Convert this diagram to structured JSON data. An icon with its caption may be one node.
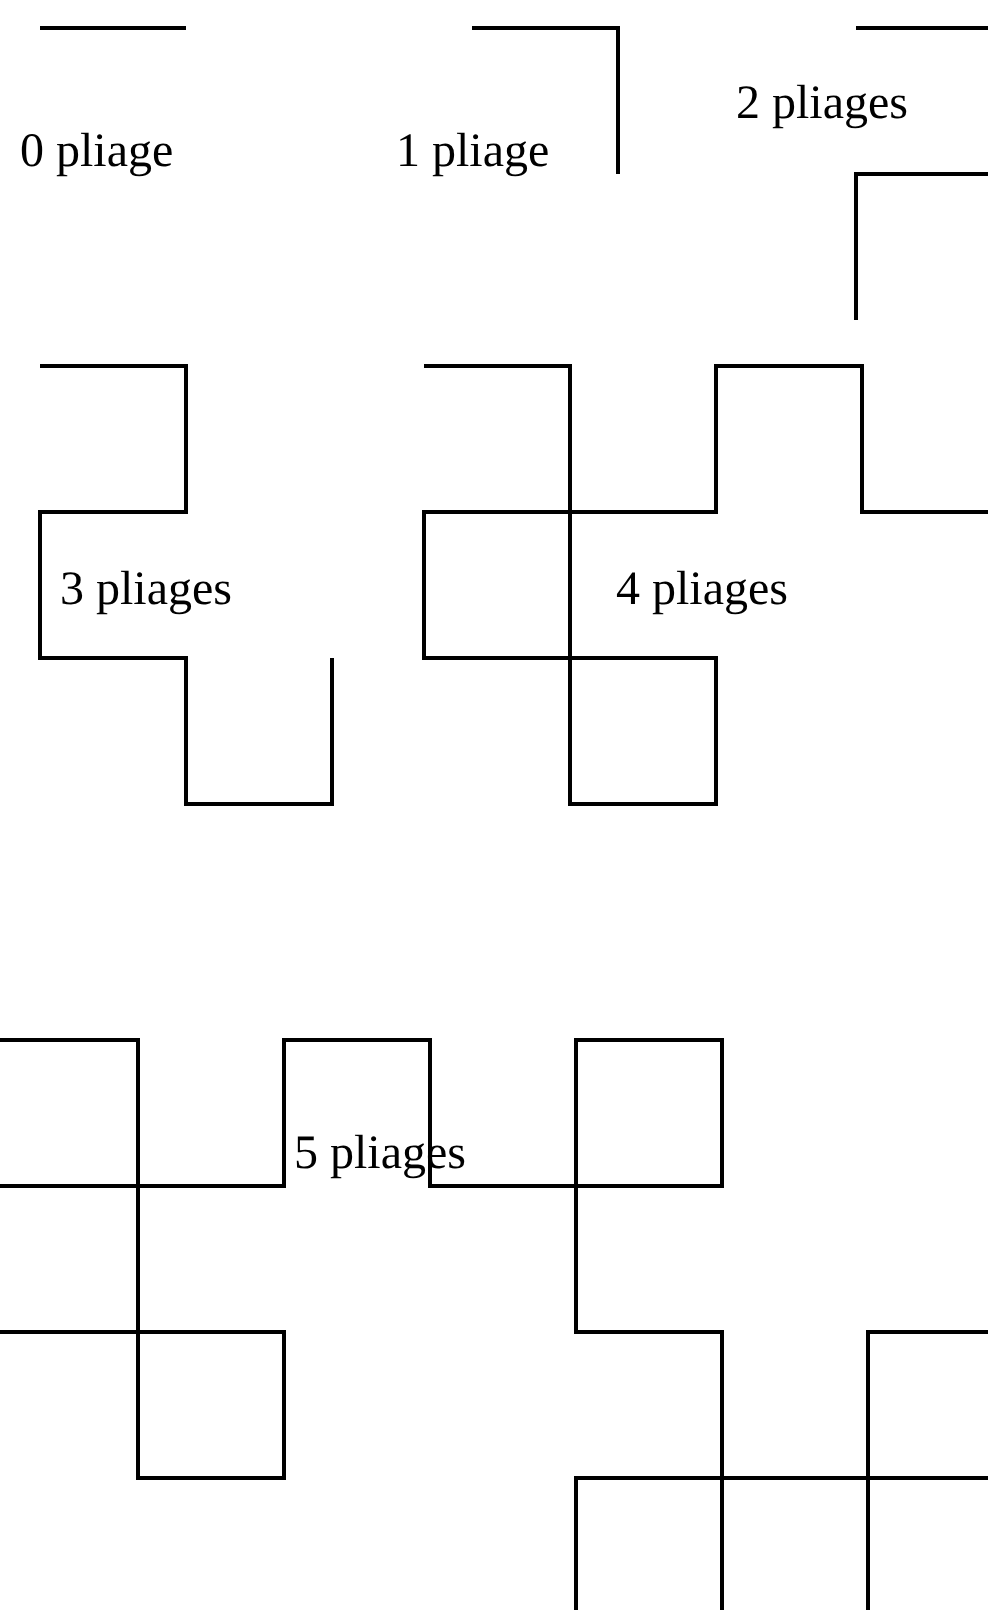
{
  "diagram": {
    "labels": [
      "0 pliage",
      "1 pliage",
      "2 pliages",
      "3 pliages",
      "4 pliages",
      "5 pliages"
    ]
  }
}
